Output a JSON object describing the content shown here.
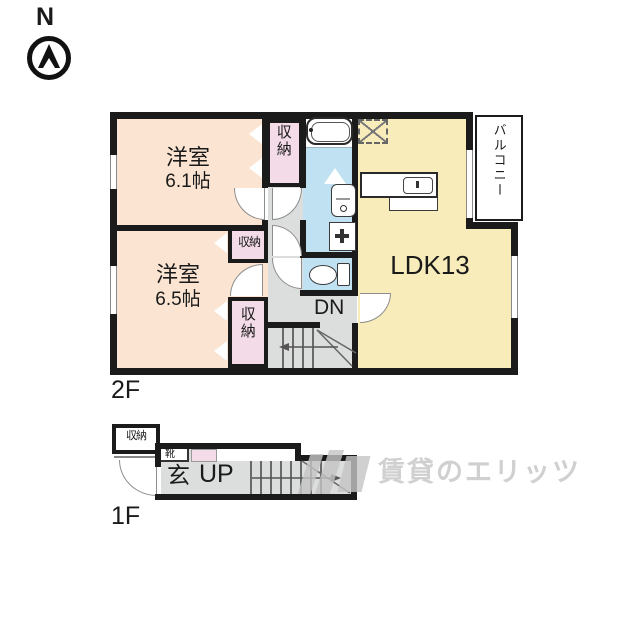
{
  "compass": {
    "label": "N"
  },
  "floor2": {
    "floor_label": "2F",
    "bedroom1_name": "洋室",
    "bedroom1_size": "6.1帖",
    "bedroom2_name": "洋室",
    "bedroom2_size": "6.5帖",
    "ldk_label": "LDK13",
    "closet_upper": "収納",
    "closet_mid": "収納",
    "closet_lower": "収納",
    "balcony_label": "バルコニー",
    "stairs_down_label": "DN"
  },
  "floor1": {
    "floor_label": "1F",
    "closet_label": "収納",
    "shoe_cabinet_label": "靴",
    "entrance_label": "玄",
    "stairs_up_label": "UP"
  },
  "watermark": {
    "text": "賃貸のエリッツ"
  },
  "colors": {
    "bedroom": "#fbe5d2",
    "closet": "#f3dbe7",
    "ldk": "#f9ecbb",
    "wet_area": "#bfe1f1",
    "hallway": "#dcdddd",
    "wall": "#1b1b1b",
    "watermark": "#c7c7c7"
  }
}
